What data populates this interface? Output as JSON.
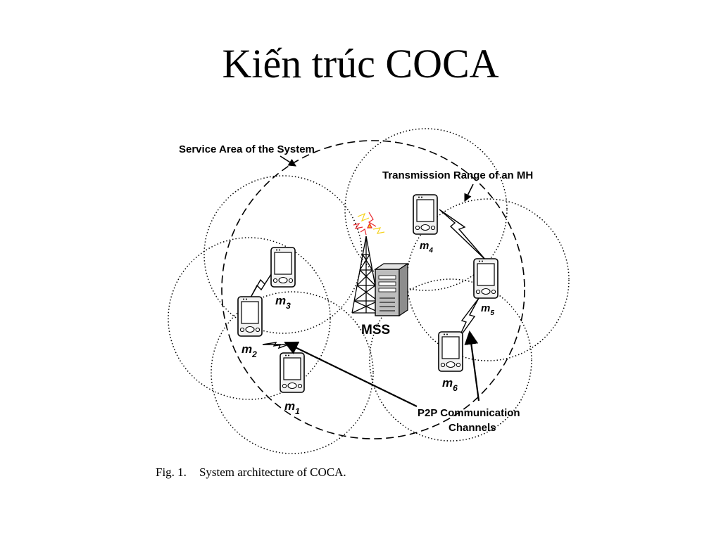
{
  "slide": {
    "title": "Kiến trúc COCA"
  },
  "figure": {
    "labels": {
      "service_area": "Service Area of the System",
      "transmission_range": "Transmission Range of an MH",
      "mss": "MSS",
      "p2p_line1": "P2P Communication",
      "p2p_line2": "Channels"
    },
    "caption_number": "Fig. 1.",
    "caption_text": "System architecture of COCA.",
    "mobile_hosts": [
      {
        "letter": "m",
        "sub": "1"
      },
      {
        "letter": "m",
        "sub": "2"
      },
      {
        "letter": "m",
        "sub": "3"
      },
      {
        "letter": "m",
        "sub": "4"
      },
      {
        "letter": "m",
        "sub": "5"
      },
      {
        "letter": "m",
        "sub": "6"
      }
    ],
    "colors": {
      "signal_red": "#e8262b",
      "signal_yellow": "#f6d11a",
      "line": "#000000"
    }
  }
}
